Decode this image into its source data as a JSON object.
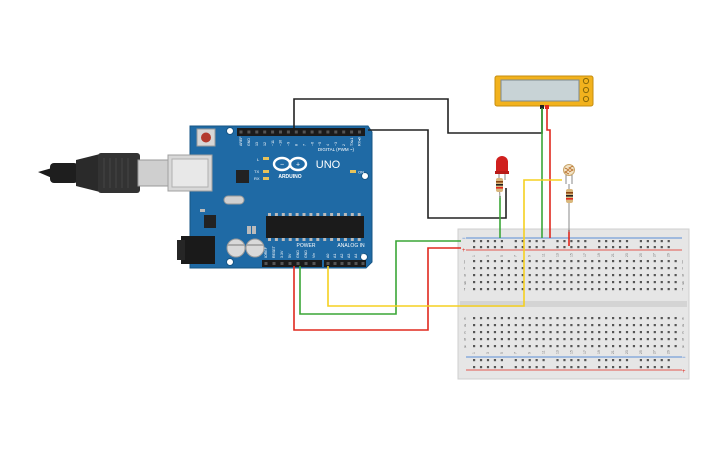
{
  "arduino": {
    "logo_text": "ARDUINO",
    "model": "UNO",
    "digital_header_label": "DIGITAL (PWM ~)",
    "power_header_label": "POWER",
    "analog_header_label": "ANALOG IN",
    "led_tx": "TX",
    "led_rx": "RX",
    "led_l": "L",
    "led_on": "ON",
    "digital_pins": [
      "AREF",
      "GND",
      "13",
      "12",
      "~11",
      "~10",
      "~9",
      "8",
      "7",
      "~6",
      "~5",
      "4",
      "~3",
      "2",
      "TX▸1",
      "RX◂0"
    ],
    "power_pins": [
      "IOREF",
      "RESET",
      "3.3V",
      "5V",
      "GND",
      "GND",
      "Vin"
    ],
    "analog_pins": [
      "A0",
      "A1",
      "A2",
      "A3",
      "A4",
      "A5"
    ],
    "board_color": "#1f6aa5"
  },
  "breadboard": {
    "row_letters_top": [
      "j",
      "i",
      "h",
      "g",
      "f"
    ],
    "row_letters_bottom": [
      "e",
      "d",
      "c",
      "b",
      "a"
    ],
    "column_numbers": [
      "1",
      "3",
      "5",
      "7",
      "9",
      "11",
      "13",
      "15",
      "17",
      "19",
      "21",
      "23",
      "25",
      "27",
      "29"
    ],
    "rail_minus": "−",
    "rail_plus": "+"
  },
  "components": {
    "led_color": "#d0201e",
    "display_color": "#f2b21d",
    "wire_colors": {
      "black": "#222222",
      "green": "#3aa637",
      "red": "#e0281e",
      "yellow": "#f5d020"
    }
  }
}
